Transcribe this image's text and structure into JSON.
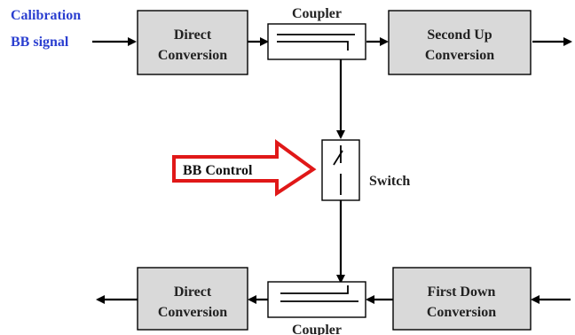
{
  "input": {
    "line1": "Calibration",
    "line2": "BB signal"
  },
  "blocks": {
    "direct_top": {
      "line1": "Direct",
      "line2": "Conversion"
    },
    "second_up": {
      "line1": "Second  Up",
      "line2": "Conversion"
    },
    "direct_bottom": {
      "line1": "Direct",
      "line2": "Conversion"
    },
    "first_down": {
      "line1": "First Down",
      "line2": "Conversion"
    }
  },
  "coupler_top_label": "Coupler",
  "coupler_bottom_label": "Coupler",
  "switch_label": "Switch",
  "control_label": "BB  Control",
  "colors": {
    "input_text": "#2b3fd0",
    "control_arrow": "#e01818",
    "block_fill": "#d9d9d9"
  }
}
